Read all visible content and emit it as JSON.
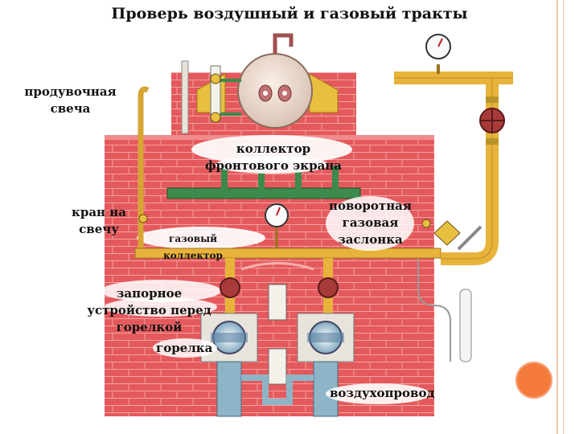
{
  "title": "Проверь воздушный и газовый тракты",
  "labels": {
    "purge_candle": "продувочная свеча",
    "front_screen_collector": "коллектор фронтового экрана",
    "tap_on_candle": "кран на свечу",
    "gas_collector": "газовый коллектор",
    "rotary_gas_damper": "поворотная газовая заслонка",
    "shutoff_device": "запорное устройство перед горелкой",
    "burner": "горелка",
    "air_duct": "воздухопровод"
  },
  "colors": {
    "brick": "#e8565a",
    "brick_mortar": "#f08c8e",
    "pipe_yellow": "#e8b33a",
    "pipe_green": "#3c8a4c",
    "valve_red": "#a83a3a",
    "burner_blue": "#8eb4c8",
    "accent_circle": "#f47a3c"
  },
  "icons": [
    "pressure-gauge-icon",
    "valve-wheel-icon",
    "burner-icon",
    "drum-icon"
  ]
}
